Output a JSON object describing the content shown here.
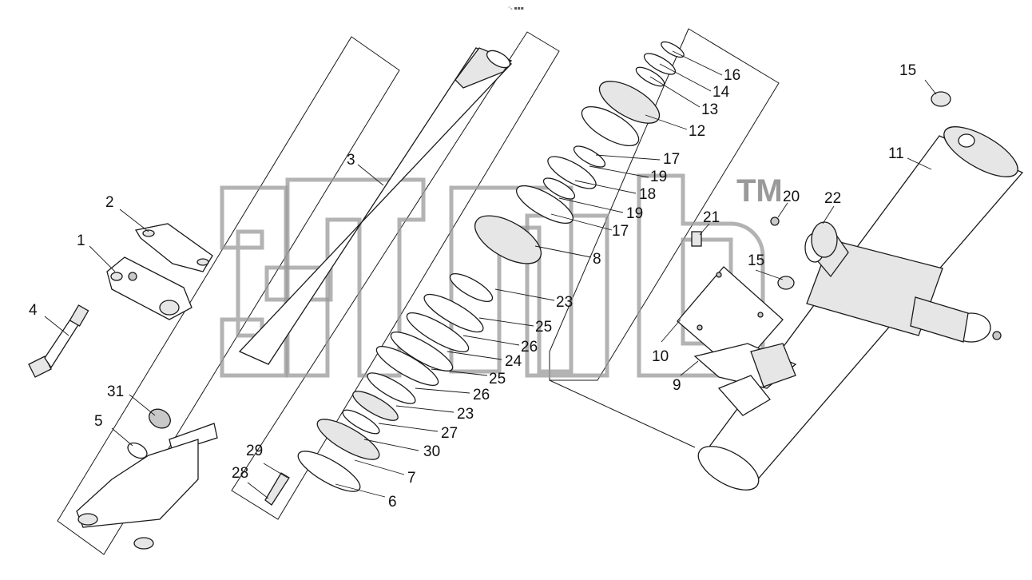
{
  "header": {
    "tiny_mark": "⁼ₒ ▪▪▪"
  },
  "watermark": {
    "mark": "TM"
  },
  "callouts": [
    {
      "id": "p1",
      "text": "1"
    },
    {
      "id": "p2",
      "text": "2"
    },
    {
      "id": "p3",
      "text": "3"
    },
    {
      "id": "p4",
      "text": "4"
    },
    {
      "id": "p5",
      "text": "5"
    },
    {
      "id": "p6",
      "text": "6"
    },
    {
      "id": "p7",
      "text": "7"
    },
    {
      "id": "p8",
      "text": "8"
    },
    {
      "id": "p9",
      "text": "9"
    },
    {
      "id": "p10",
      "text": "10"
    },
    {
      "id": "p11",
      "text": "11"
    },
    {
      "id": "p12",
      "text": "12"
    },
    {
      "id": "p13",
      "text": "13"
    },
    {
      "id": "p14",
      "text": "14"
    },
    {
      "id": "p15a",
      "text": "15"
    },
    {
      "id": "p15b",
      "text": "15"
    },
    {
      "id": "p16",
      "text": "16"
    },
    {
      "id": "p17a",
      "text": "17"
    },
    {
      "id": "p17b",
      "text": "17"
    },
    {
      "id": "p18",
      "text": "18"
    },
    {
      "id": "p19a",
      "text": "19"
    },
    {
      "id": "p19b",
      "text": "19"
    },
    {
      "id": "p20",
      "text": "20"
    },
    {
      "id": "p21",
      "text": "21"
    },
    {
      "id": "p22",
      "text": "22"
    },
    {
      "id": "p23a",
      "text": "23"
    },
    {
      "id": "p23b",
      "text": "23"
    },
    {
      "id": "p24",
      "text": "24"
    },
    {
      "id": "p25a",
      "text": "25"
    },
    {
      "id": "p25b",
      "text": "25"
    },
    {
      "id": "p26a",
      "text": "26"
    },
    {
      "id": "p26b",
      "text": "26"
    },
    {
      "id": "p27",
      "text": "27"
    },
    {
      "id": "p28",
      "text": "28"
    },
    {
      "id": "p29",
      "text": "29"
    },
    {
      "id": "p30",
      "text": "30"
    },
    {
      "id": "p31",
      "text": "31"
    }
  ]
}
